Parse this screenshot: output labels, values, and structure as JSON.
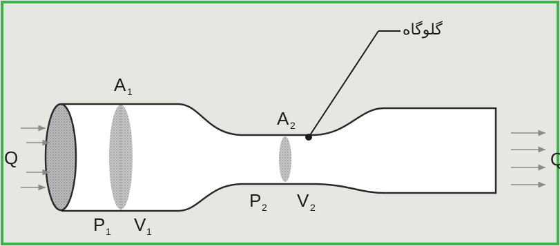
{
  "diagram": {
    "border_color": "#3cb44a",
    "background_color": "#e6e6e2",
    "pipe_fill": "#ffffff",
    "stroke_color": "#2a2a2a",
    "throat_label": "گلوگاه",
    "flow_in_label": "Q",
    "flow_out_label": "Q",
    "section1": {
      "area": "A",
      "area_sub": "1",
      "pressure": "P",
      "pressure_sub": "1",
      "velocity": "V",
      "velocity_sub": "1"
    },
    "section2": {
      "area": "A",
      "area_sub": "2",
      "pressure": "P",
      "pressure_sub": "2",
      "velocity": "V",
      "velocity_sub": "2"
    }
  }
}
